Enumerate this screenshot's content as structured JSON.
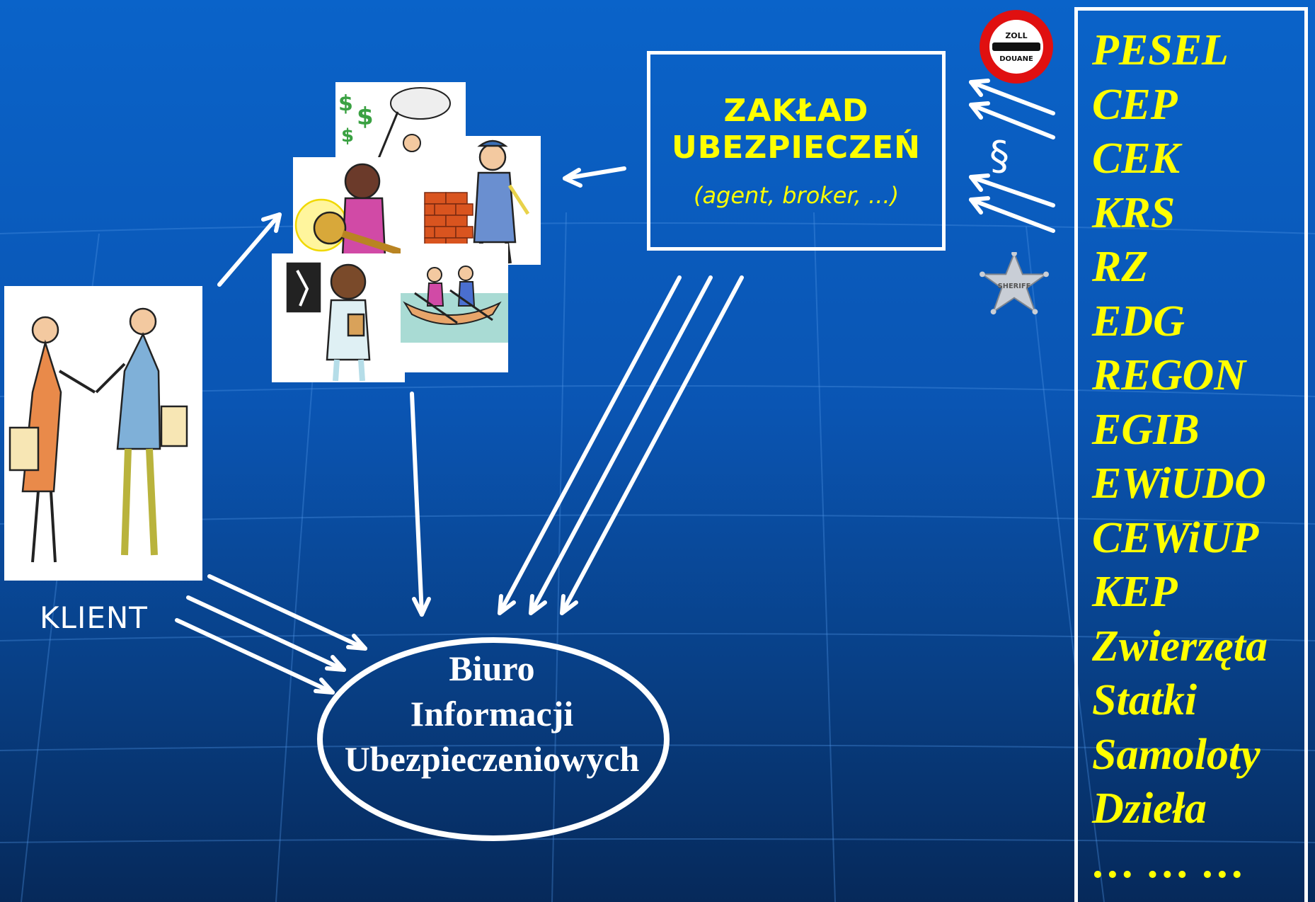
{
  "zaklad": {
    "title": "ZAKŁAD\nUBEZPIECZEŃ",
    "subtitle": "(agent, broker, ...)"
  },
  "klient_label": "KLIENT",
  "biuro": {
    "line1": "Biuro",
    "line2": "Informacji",
    "line3": "Ubezpieczeniowych"
  },
  "section_symbol": "§",
  "customs_sign": {
    "line1": "ZOLL",
    "line2": "DOUANE"
  },
  "sheriff_badge_text": "SHERIFF",
  "registries": [
    "PESEL",
    "CEP",
    "CEK",
    "KRS",
    "RZ",
    "EDG",
    "REGON",
    "EGIB",
    "EWiUDO",
    "CEWiUP",
    "KEP",
    "Zwierzęta",
    "Statki",
    "Samoloty",
    "Dzieła",
    "… … …"
  ],
  "colors": {
    "accent_text": "#ffff00",
    "lines": "#ffffff",
    "background": "#0a5bbf"
  },
  "icons": [
    "handshake-illustration",
    "butterfly-net-money-icon",
    "key-illustration",
    "bricklayer-illustration",
    "doctor-xray-illustration",
    "canoe-illustration",
    "customs-sign-icon",
    "sheriff-star-icon"
  ]
}
